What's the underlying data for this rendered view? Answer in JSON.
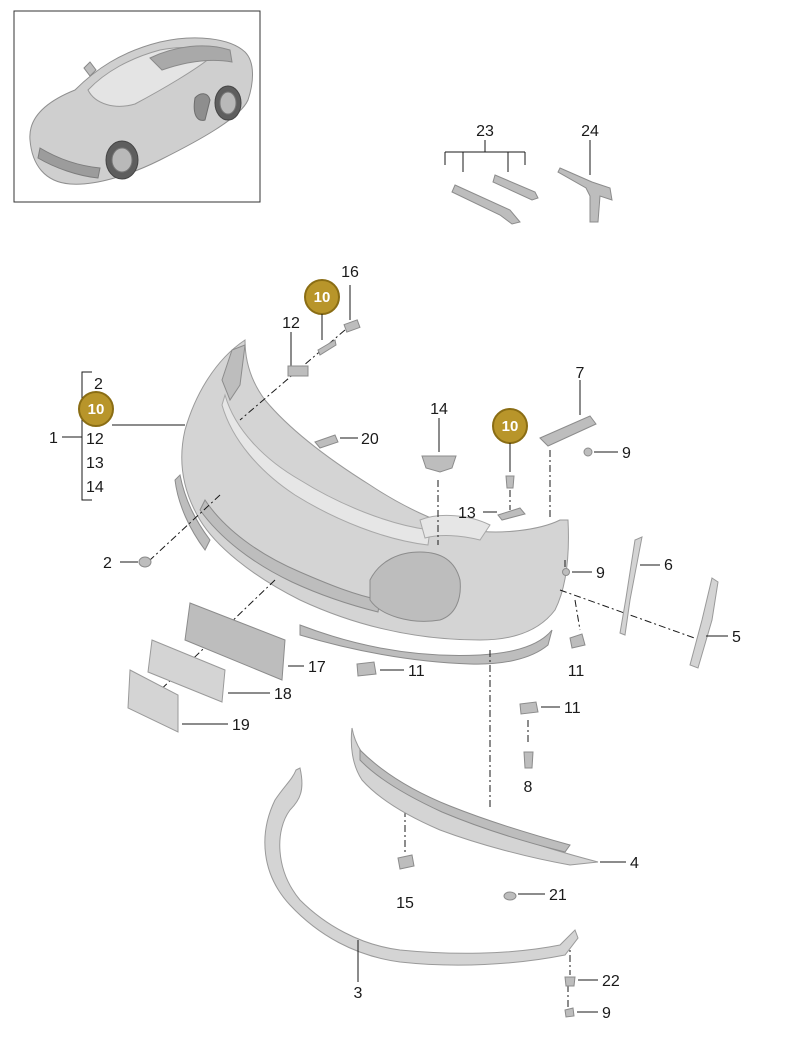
{
  "diagram": {
    "callouts": {
      "c1": "1",
      "c2": "2",
      "c3": "3",
      "c4": "4",
      "c5": "5",
      "c6": "6",
      "c7": "7",
      "c8": "8",
      "c9": "9",
      "c11": "11",
      "c12": "12",
      "c13": "13",
      "c14": "14",
      "c15": "15",
      "c16": "16",
      "c17": "17",
      "c18": "18",
      "c19": "19",
      "c20": "20",
      "c21": "21",
      "c22": "22",
      "c23": "23",
      "c24": "24"
    },
    "group_list": [
      "2",
      "10",
      "12",
      "13",
      "14"
    ],
    "badge_label": "10",
    "colors": {
      "badge_fill": "#b8952a",
      "badge_ring": "#8a6d14",
      "part_fill": "#d4d4d4",
      "line": "#1a1a1a"
    }
  }
}
